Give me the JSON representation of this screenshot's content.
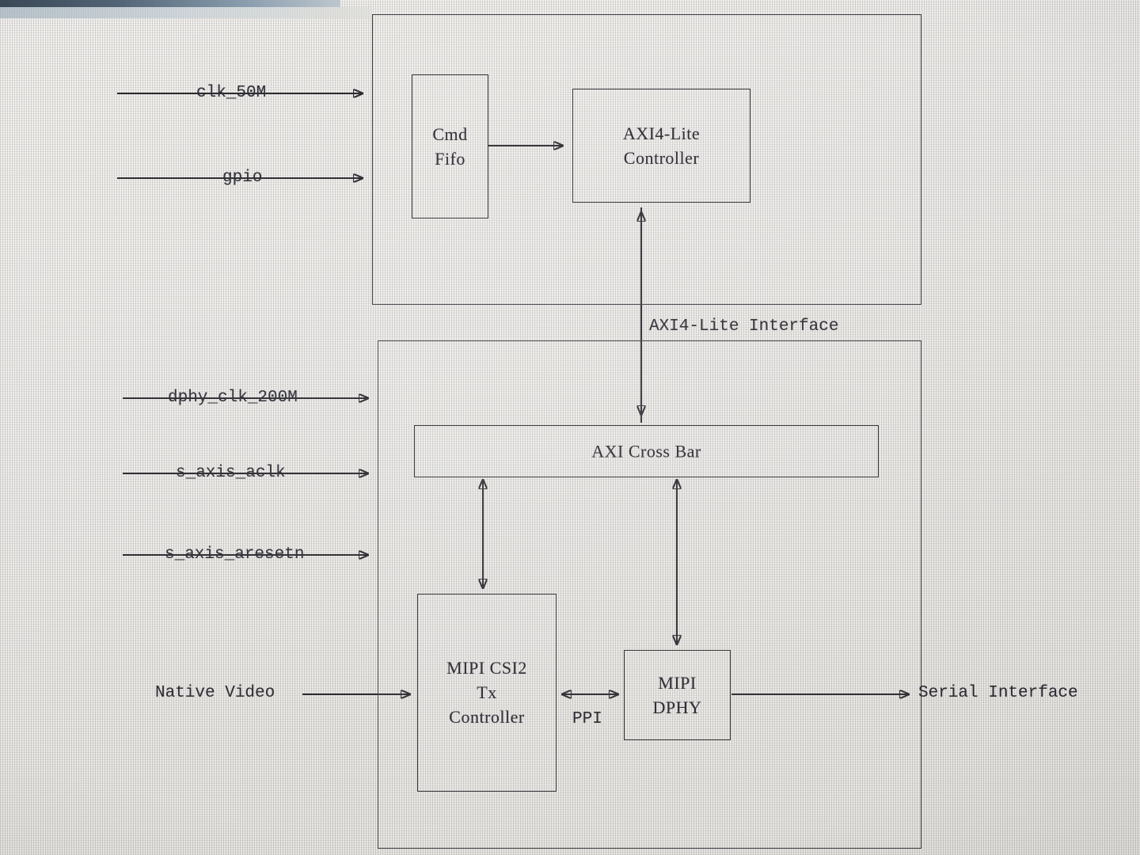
{
  "diagram": {
    "title": "MIPI CSI-2 Transmitter Subsystem Block Diagram",
    "line_color": "#26252a",
    "background_color": "#e7e5e1"
  },
  "top_block": {
    "name": "control-block",
    "children": {
      "cmd_fifo": {
        "label": "Cmd\nFifo"
      },
      "axi_lite_controller": {
        "label": "AXI4-Lite\nController"
      }
    }
  },
  "bottom_block": {
    "name": "datapath-block",
    "children": {
      "axi_cross_bar": {
        "label": "AXI Cross Bar"
      },
      "csi2_tx_controller": {
        "label": "MIPI CSI2\nTx\nController"
      },
      "mipi_dphy": {
        "label": "MIPI\nDPHY"
      }
    }
  },
  "inputs": {
    "clk_50m": "clk_50M",
    "gpio": "gpio",
    "dphy_clk_200m": "dphy_clk_200M",
    "s_axis_aclk": "s_axis_aclk",
    "s_axis_aresetn": "s_axis_aresetn",
    "native_video": "Native Video"
  },
  "outputs": {
    "serial_interface": "Serial Interface"
  },
  "interconnect_labels": {
    "axi4_lite_interface": "AXI4-Lite Interface",
    "ppi": "PPI"
  },
  "watermark": {
    "text": ""
  }
}
